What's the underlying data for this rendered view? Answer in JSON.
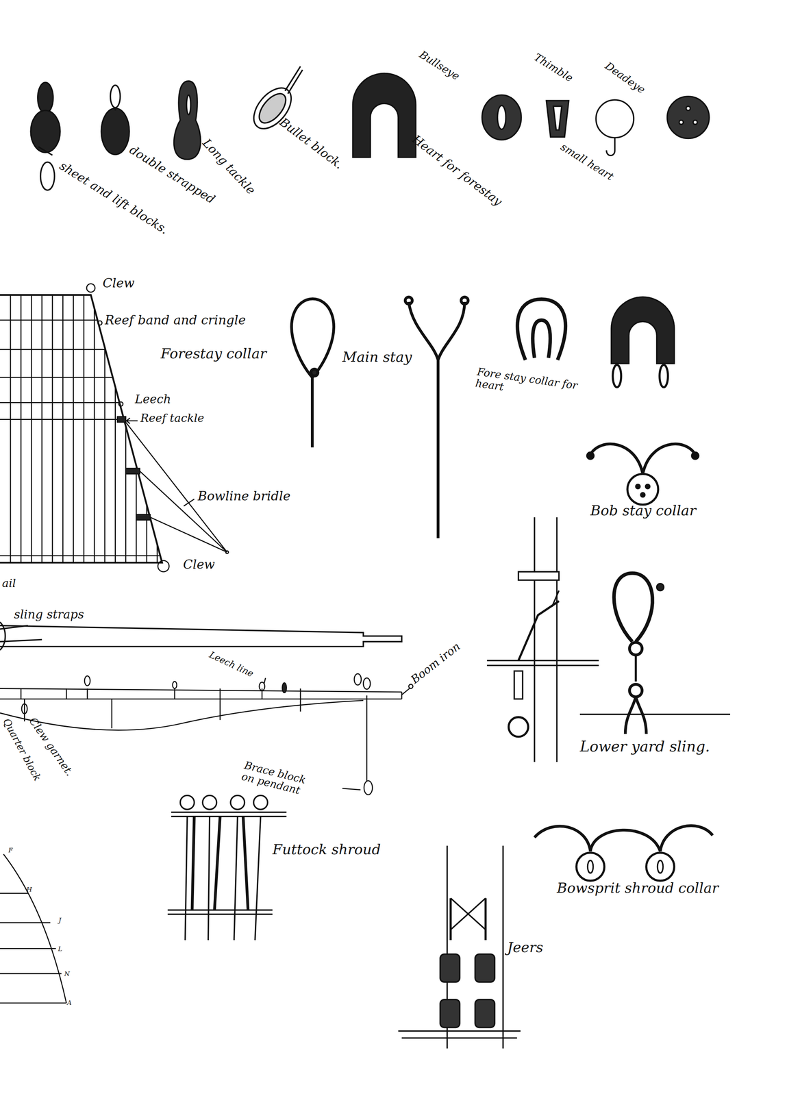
{
  "diagram": {
    "labels": [
      "sheet and lift blocks.",
      "double strapped",
      "Long tackle",
      "Bullet block.",
      "Heart for forestay",
      "Bullseye",
      "Thimble",
      "Deadeye",
      "small heart",
      "Clew",
      "Reef band and cringle",
      "Forestay collar",
      "Leech",
      "Reef tackle",
      "Main stay",
      "Fore stay collar for heart",
      "Bowline bridle",
      "Clew",
      "Bob stay collar",
      "ail",
      "sling straps",
      "Leech line",
      "Boom iron",
      "Clew garnet.",
      "Quarter block",
      "Brace block on pendant",
      "Lower yard sling.",
      "Futtock shroud",
      "Bowsprit shroud collar",
      "Jeers",
      "F",
      "H",
      "J",
      "L",
      "N",
      "A"
    ]
  }
}
